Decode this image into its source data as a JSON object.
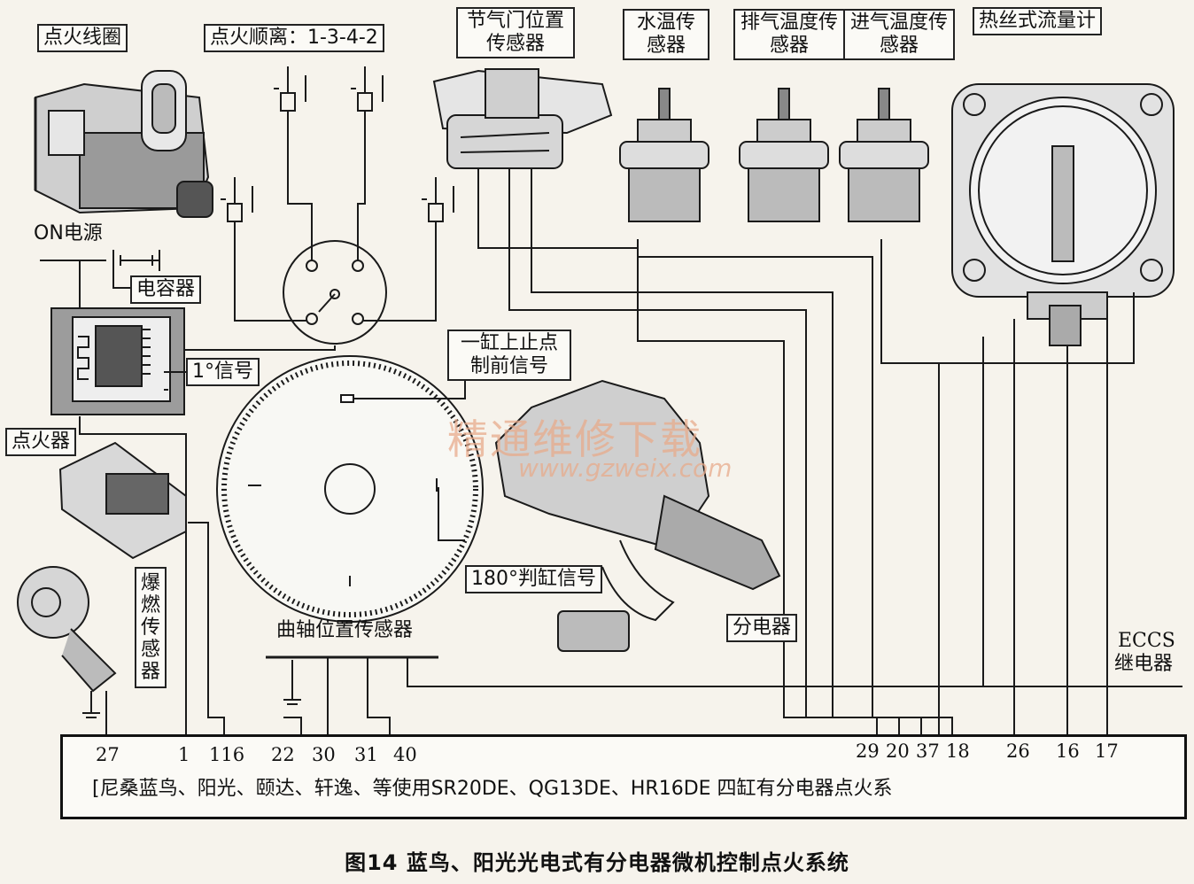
{
  "labels": {
    "ignition_coil": "点火线圈",
    "firing_order": "点火顺离：1-3-4-2",
    "throttle_sensor": "节气门位置传感器",
    "coolant_sensor": "水温传感器",
    "exhaust_temp_sensor": "排气温度传感器",
    "intake_temp_sensor": "进气温度传感器",
    "hot_wire_mass_airflow": "热丝式流量计",
    "on_power": "ON电源",
    "capacitor": "电容器",
    "one_degree_signal": "1°信号",
    "tdc_signal": "一缸上止点制前信号",
    "igniter": "点火器",
    "knock_sensor": "爆燃传感器",
    "cylinder_180_signal": "180°判缸信号",
    "distributor": "分电器",
    "crank_sensor": "曲轴位置传感器",
    "eccs": "ECCS",
    "relay": "继电器"
  },
  "pins": [
    "27",
    "1",
    "116",
    "22",
    "30",
    "31",
    "40",
    "29",
    "20",
    "37",
    "18",
    "26",
    "16",
    "17"
  ],
  "ecu_text": "[尼桑蓝鸟、阳光、颐达、轩逸、等使用SR20DE、QG13DE、HR16DE 四缸有分电器点火系",
  "caption": "图14    蓝鸟、阳光光电式有分电器微机控制点火系统",
  "watermark": "精通维修下载",
  "watermark_url": "www.gzweix.com",
  "colors": {
    "line": "#1a1a1a",
    "paper": "#f6f3ec",
    "watermark": "#e8ab8c"
  }
}
